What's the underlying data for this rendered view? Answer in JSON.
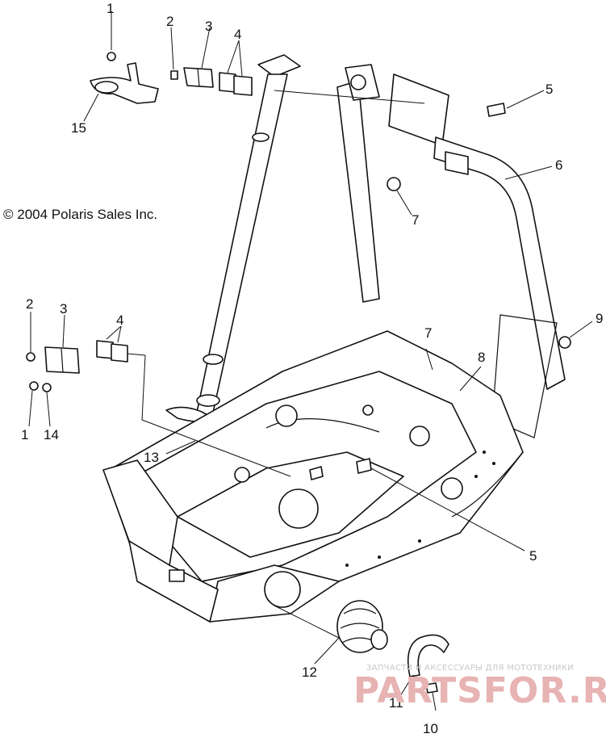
{
  "copyright": "© 2004 Polaris Sales Inc.",
  "callouts": {
    "c1_top": "1",
    "c2_top": "2",
    "c3_top": "3",
    "c4_top": "4",
    "c5_top": "5",
    "c6": "6",
    "c7_top": "7",
    "c15": "15",
    "c2_left": "2",
    "c3_left": "3",
    "c4_left": "4",
    "c1_left": "1",
    "c14": "14",
    "c7_mid": "7",
    "c8": "8",
    "c9": "9",
    "c13": "13",
    "c5_bottom": "5",
    "c12": "12",
    "c11": "11",
    "c10": "10"
  },
  "watermark": {
    "tagline": "ЗАПЧАСТИ И АКСЕССУАРЫ ДЛЯ МОТОТЕХНИКИ",
    "brand": "PARTSFOR.RU"
  }
}
